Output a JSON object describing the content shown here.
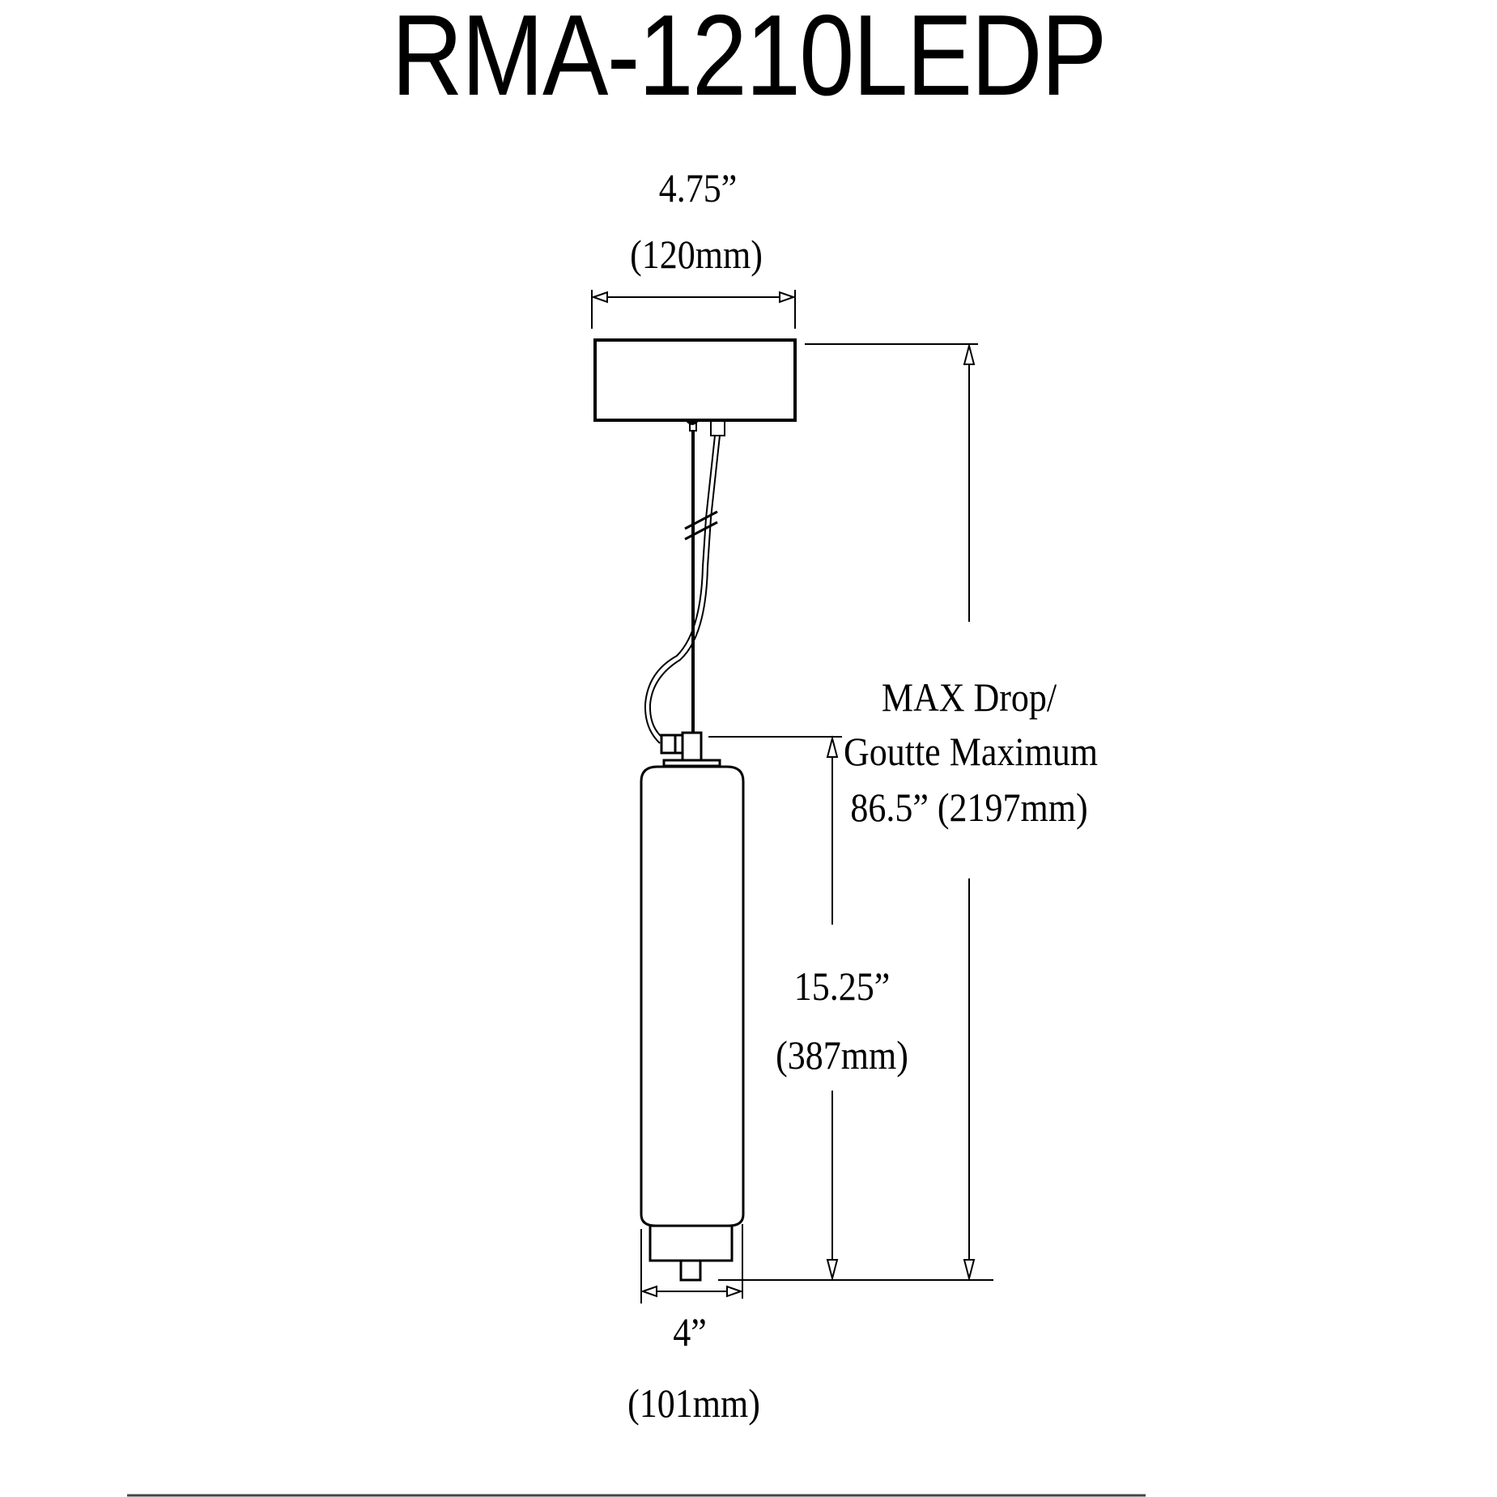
{
  "title": "RMA-1210LEDP",
  "dimensions": {
    "canopy_width": {
      "imperial": "4.75”",
      "metric": "(120mm)"
    },
    "max_drop": {
      "line1": "MAX Drop/",
      "line2": "Goutte Maximum",
      "line3": "86.5” (2197mm)"
    },
    "fixture_height": {
      "imperial": "15.25”",
      "metric": "(387mm)"
    },
    "fixture_width": {
      "imperial": "4”",
      "metric": "(101mm)"
    }
  },
  "colors": {
    "line": "#000000",
    "background": "#ffffff",
    "rule": "#444444"
  }
}
